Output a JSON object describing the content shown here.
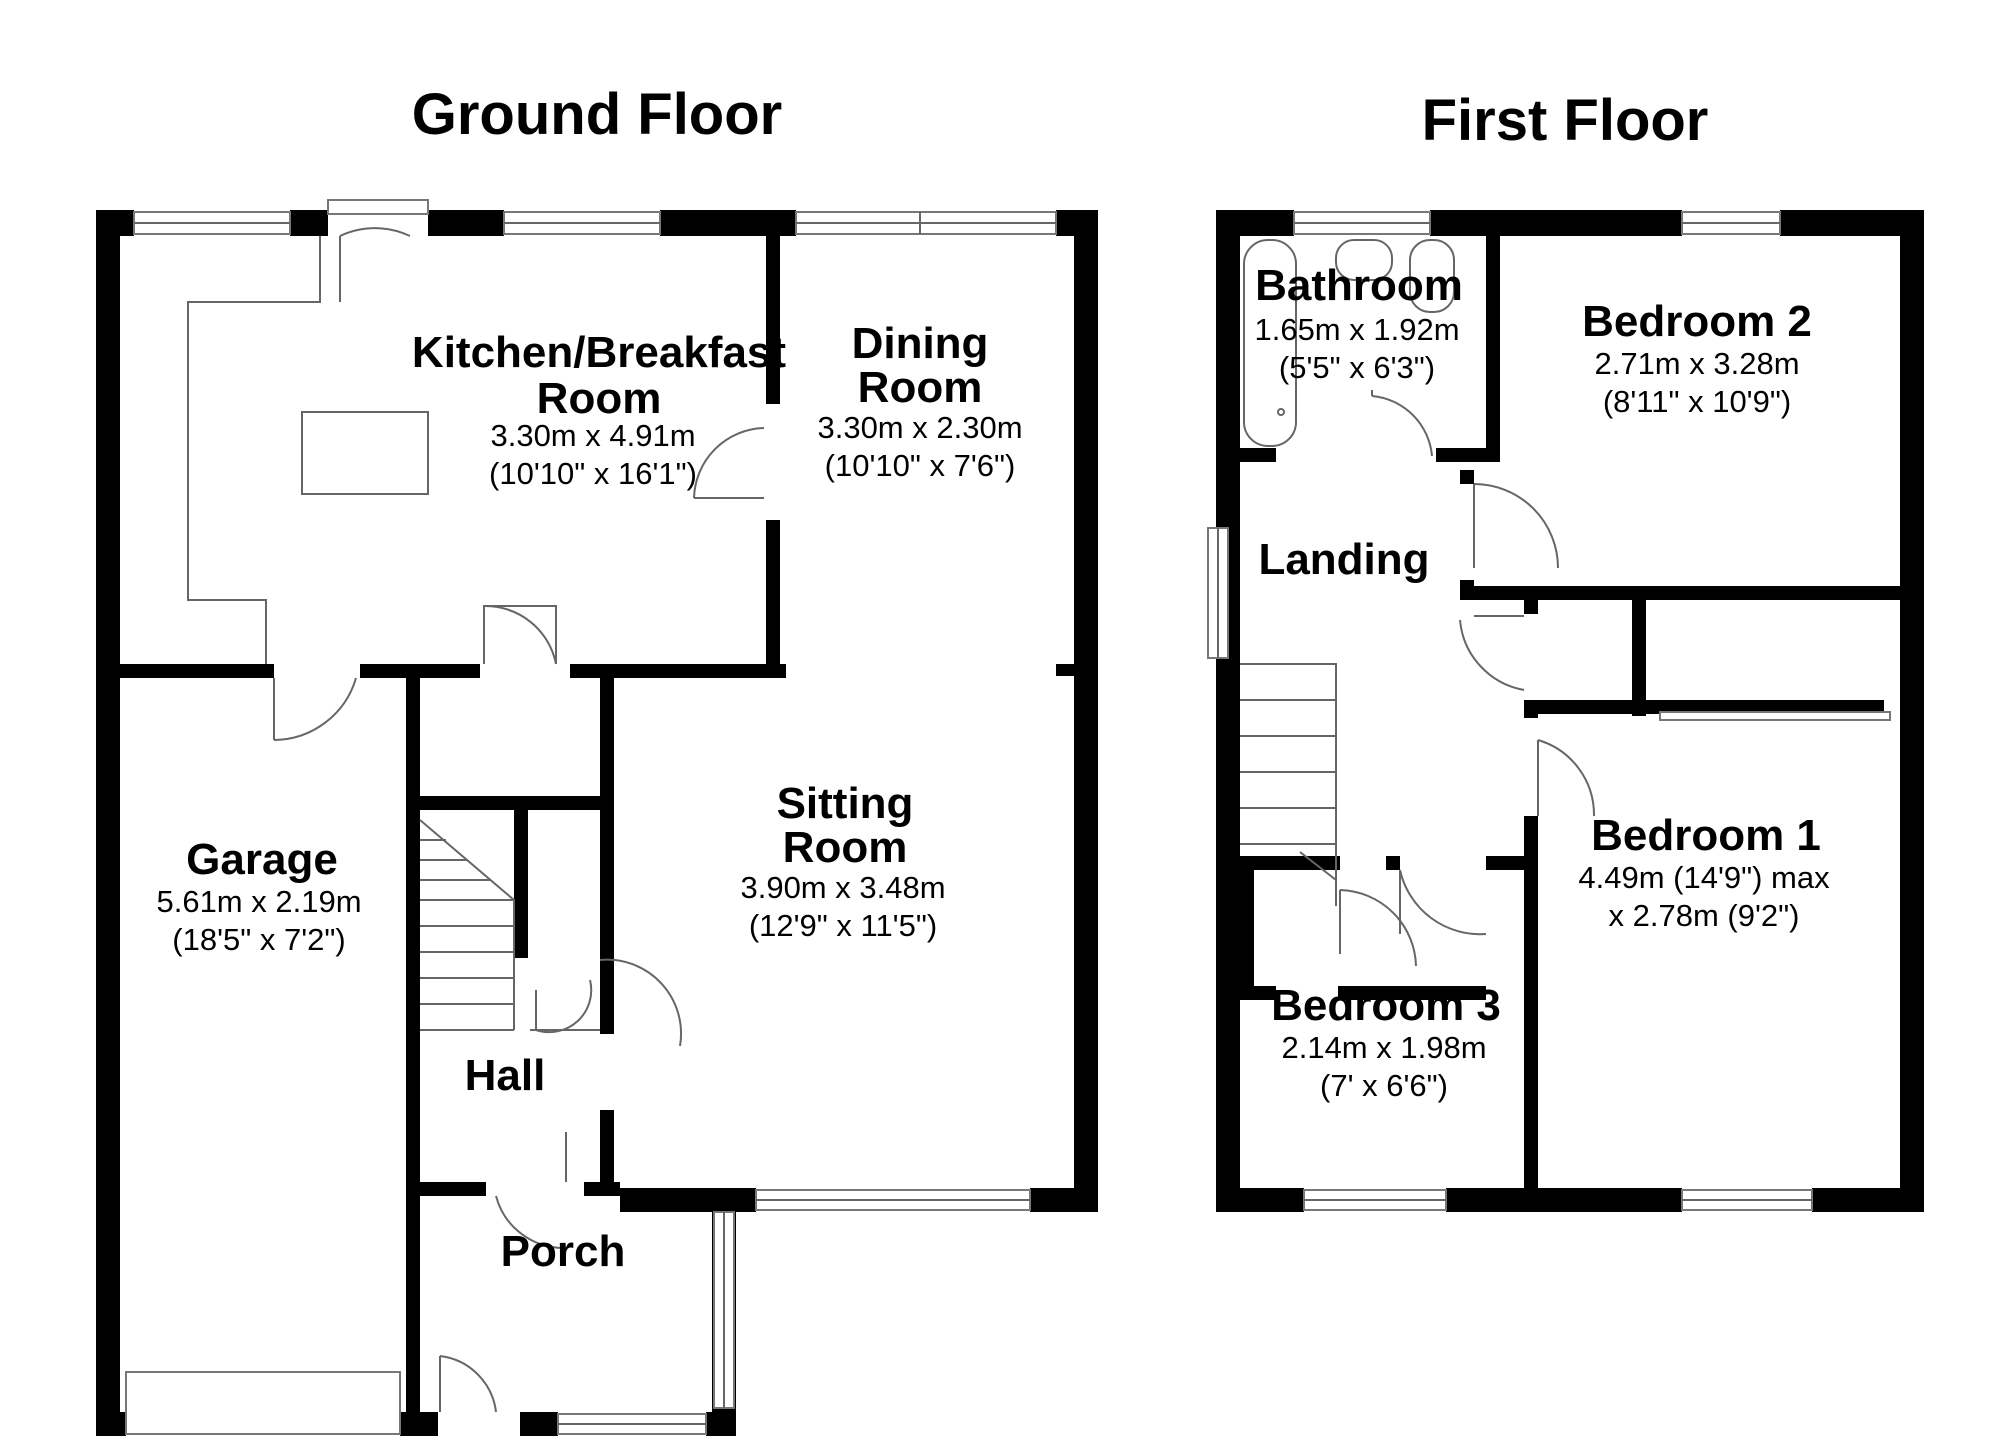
{
  "floors": {
    "ground": {
      "title": "Ground Floor"
    },
    "first": {
      "title": "First Floor"
    }
  },
  "rooms": {
    "kitchen": {
      "name_line1": "Kitchen/Breakfast",
      "name_line2": "Room",
      "dim_metric": "3.30m x 4.91m",
      "dim_imperial": "(10'10\" x 16'1\")"
    },
    "dining": {
      "name_line1": "Dining",
      "name_line2": "Room",
      "dim_metric": "3.30m x 2.30m",
      "dim_imperial": "(10'10\" x 7'6\")"
    },
    "garage": {
      "name": "Garage",
      "dim_metric": "5.61m x 2.19m",
      "dim_imperial": "(18'5\" x 7'2\")"
    },
    "sitting": {
      "name_line1": "Sitting",
      "name_line2": "Room",
      "dim_metric": "3.90m x 3.48m",
      "dim_imperial": "(12'9\" x 11'5\")"
    },
    "hall": {
      "name": "Hall"
    },
    "porch": {
      "name": "Porch"
    },
    "bathroom": {
      "name": "Bathroom",
      "dim_metric": "1.65m x 1.92m",
      "dim_imperial": "(5'5\" x 6'3\")"
    },
    "bedroom2": {
      "name": "Bedroom 2",
      "dim_metric": "2.71m x 3.28m",
      "dim_imperial": "(8'11\" x 10'9\")"
    },
    "landing": {
      "name": "Landing"
    },
    "bedroom1": {
      "name": "Bedroom 1",
      "dim_line1": "4.49m (14'9\") max",
      "dim_line2": "x 2.78m (9'2\")"
    },
    "bedroom3": {
      "name": "Bedroom 3",
      "dim_metric": "2.14m x 1.98m",
      "dim_imperial": "(7' x 6'6\")"
    }
  }
}
